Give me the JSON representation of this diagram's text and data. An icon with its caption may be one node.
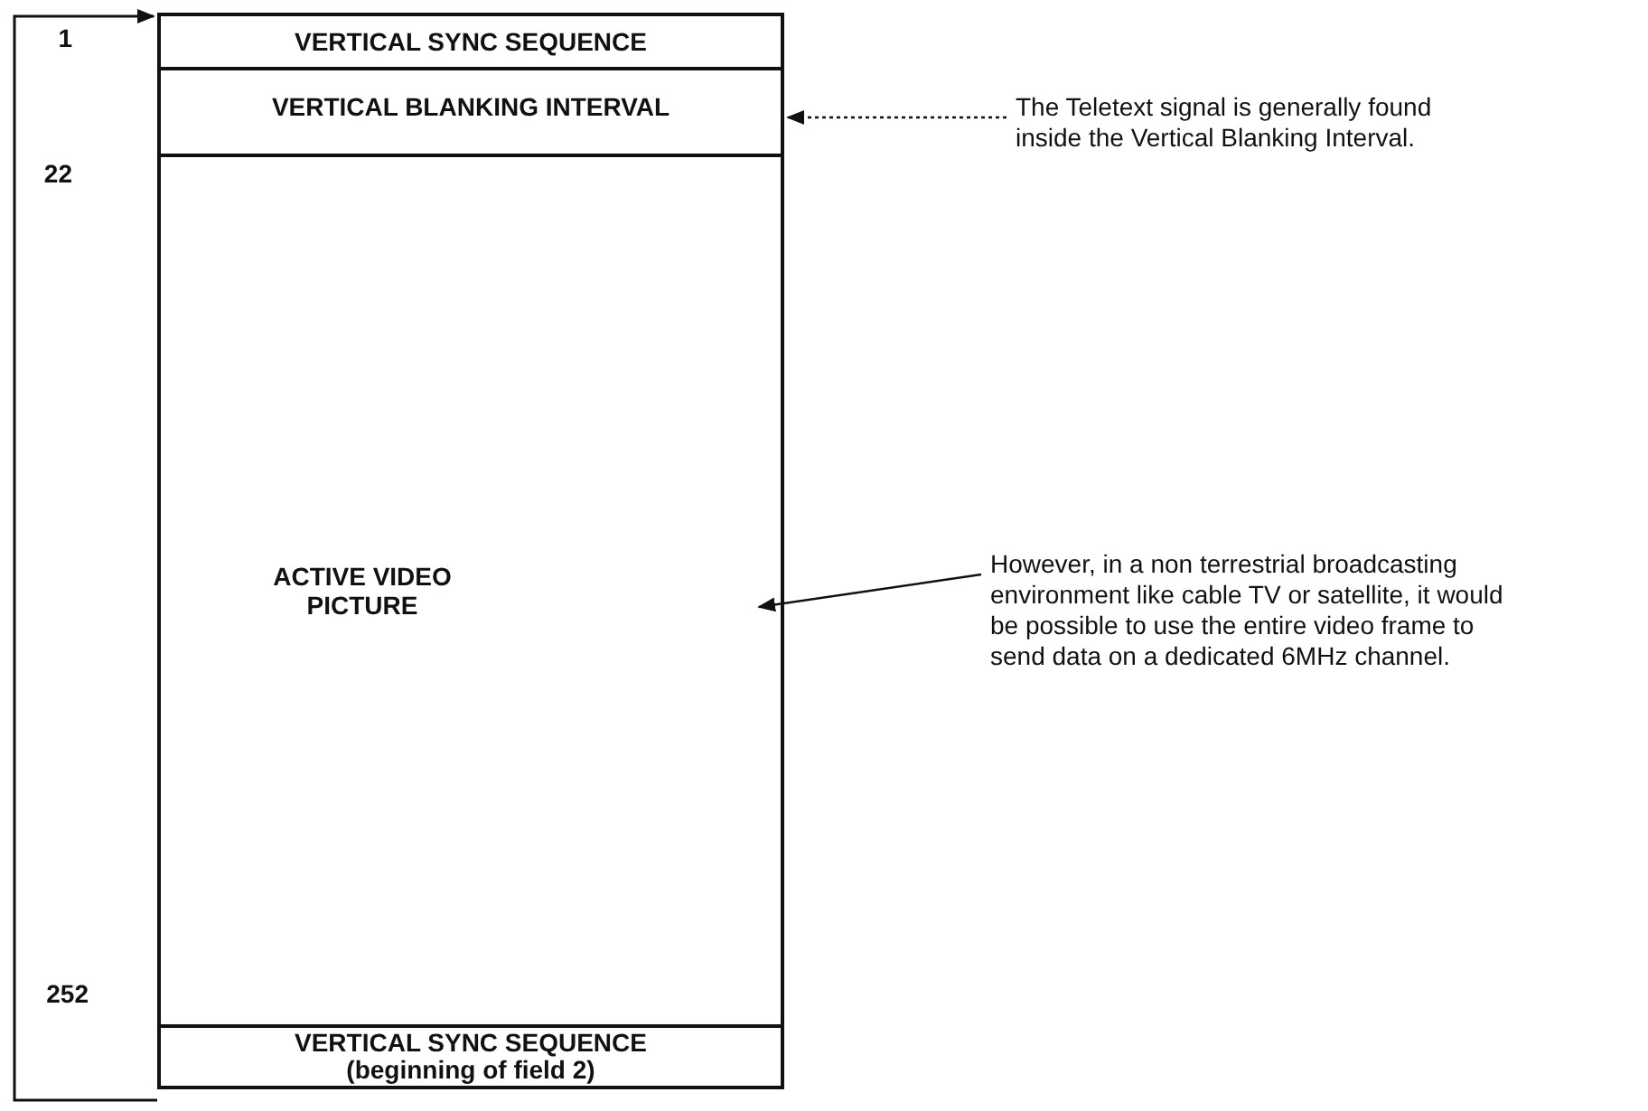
{
  "diagram": {
    "nodes": [
      {
        "text": [
          "VERTICAL SYNC SEQUENCE"
        ]
      },
      {
        "text": [
          "VERTICAL BLANKING INTERVAL"
        ]
      },
      {
        "text": [
          "ACTIVE VIDEO PICTURE"
        ]
      },
      {
        "text": [
          "VERTICAL SYNC SEQUENCE (beginning of field 2)"
        ]
      },
      {
        "text": [
          "The Teletext signal is generally found inside the Vertical Blanking Interval."
        ]
      },
      {
        "text": [
          "However, in a non terrestrial broadcasting environment like cable TV or satellite, it would be possible to use the entire video frame to send data on a dedicated 6MHz channel."
        ]
      }
    ],
    "edges": [
      {
        "from": 4,
        "to": 1,
        "arrow": "to",
        "style": "dashed"
      },
      {
        "from": 5,
        "to": 2,
        "arrow": "to"
      },
      {
        "from": 3,
        "to": 0,
        "arrow": "to"
      }
    ],
    "labels": [
      "1",
      "22",
      "252"
    ]
  }
}
